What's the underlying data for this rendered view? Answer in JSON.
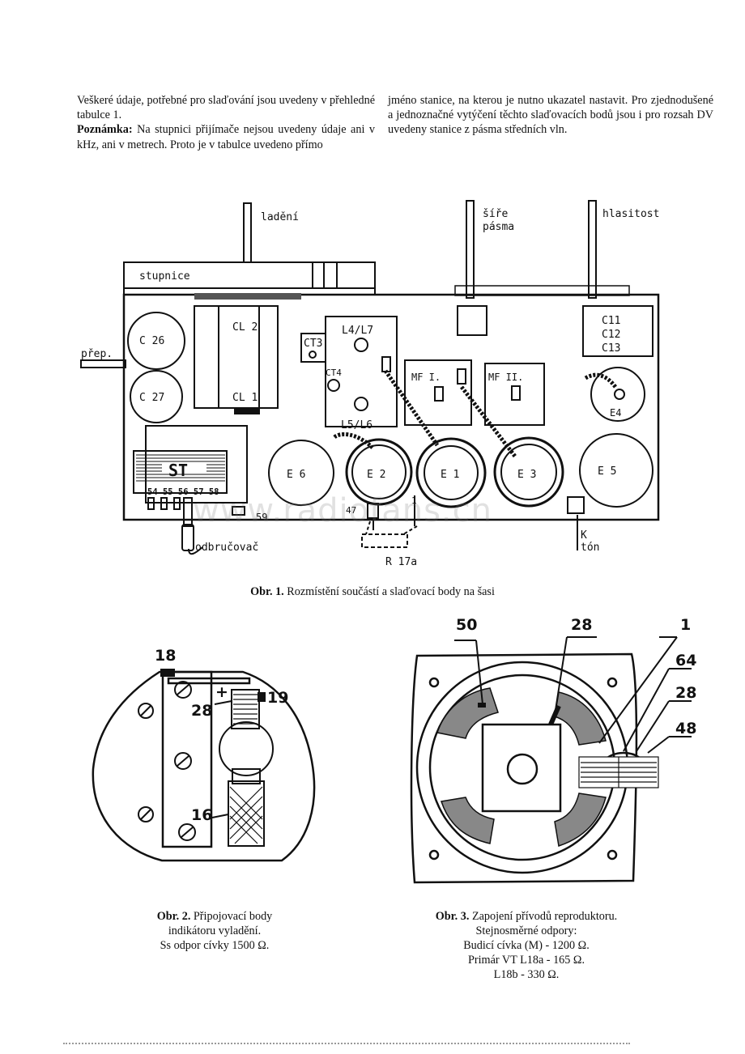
{
  "text": {
    "left_p1": "Veškeré údaje, potřebné pro slaďování jsou uvedeny v přehledné tabulce 1.",
    "left_p2_bold": "Poznámka:",
    "left_p2_rest": " Na stupnici přijímače nejsou uvedeny údaje ani v kHz, ani v metrech. Proto je v tabulce uvedeno přímo",
    "right_p1": "jméno stanice, na kterou je nutno ukazatel nastavit. Pro zjednodušené a jednoznačné vytýčení těchto slaďovacích bodů jsou i pro rozsah DV uvedeny stanice z pásma středních vln."
  },
  "figure1": {
    "caption_bold": "Obr. 1.",
    "caption_rest": " Rozmístění součástí a slaďovací body na šasi",
    "labels": {
      "ladeni": "ladění",
      "sire": "šíře",
      "pasma": "pásma",
      "hlasitost": "hlasitost",
      "stupnice": "stupnice",
      "prep": "přep.",
      "c26": "C 26",
      "c27": "C 27",
      "cl2": "CL 2",
      "cl1": "CL 1",
      "ct3": "CT3",
      "ct4": "CT4",
      "l4l7": "L4/L7",
      "l5l6": "L5/L6",
      "mf1": "MF I.",
      "mf2": "MF II.",
      "c11": "C11",
      "c12": "C12",
      "c13": "C13",
      "e4": "E4",
      "e6": "E 6",
      "e2": "E 2",
      "e1": "E 1",
      "e3": "E 3",
      "e5": "E 5",
      "st": "ST",
      "st_pins": "54 55 56 57 58",
      "pin59": "59",
      "pin47": "47",
      "pin1": "1",
      "odbrucovac": "odbručovač",
      "r17a": "R 17a",
      "k": "K",
      "ton": "tón"
    }
  },
  "figure2": {
    "caption_bold": "Obr. 2.",
    "caption_line1_rest": " Připojovací body",
    "caption_line2": "indikátoru vyladění.",
    "caption_line3": "Ss odpor cívky 1500 Ω.",
    "labels": {
      "n18": "18",
      "n28": "28",
      "n19": "19",
      "n16": "16",
      "plus": "+"
    }
  },
  "figure3": {
    "caption_bold": "Obr. 3.",
    "caption_line1_rest": " Zapojení přívodů reproduktoru.",
    "caption_line2": "Stejnosměrné odpory:",
    "caption_line3": "Budicí cívka (M) - 1200 Ω.",
    "caption_line4": "Primár VT L18a - 165 Ω.",
    "caption_line5": "L18b - 330 Ω.",
    "labels": {
      "n50": "50",
      "n28a": "28",
      "n1": "1",
      "n64": "64",
      "n28b": "28",
      "n48": "48"
    }
  },
  "watermark": "www.radiofans.cn"
}
